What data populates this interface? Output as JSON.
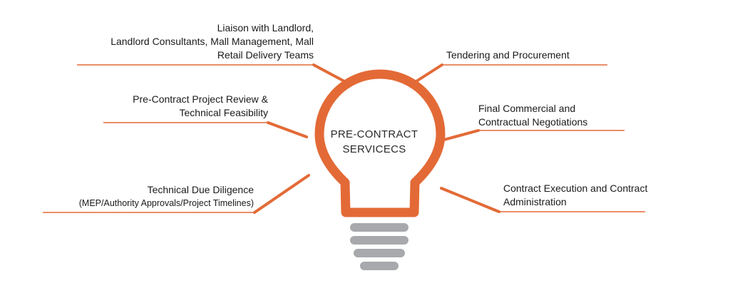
{
  "center": {
    "line1": "PRE-CONTRACT",
    "line2": "SERVICECS"
  },
  "items": {
    "liaison": {
      "line1": "Liaison with Landlord,",
      "line2": "Landlord Consultants, Mall Management, Mall",
      "line3": "Retail Delivery Teams"
    },
    "review": {
      "line1": "Pre-Contract Project Review &",
      "line2": "Technical Feasibility"
    },
    "due_diligence": {
      "line1": "Technical Due Diligence",
      "line2": "(MEP/Authority Approvals/Project Timelines)"
    },
    "tendering": {
      "line1": "Tendering and Procurement"
    },
    "negotiations": {
      "line1": "Final Commercial and",
      "line2": "Contractual Negotiations"
    },
    "execution": {
      "line1": "Contract Execution and Contract",
      "line2": "Administration"
    }
  },
  "colors": {
    "accent": "#E36A36",
    "base": "#A7A9AC"
  }
}
